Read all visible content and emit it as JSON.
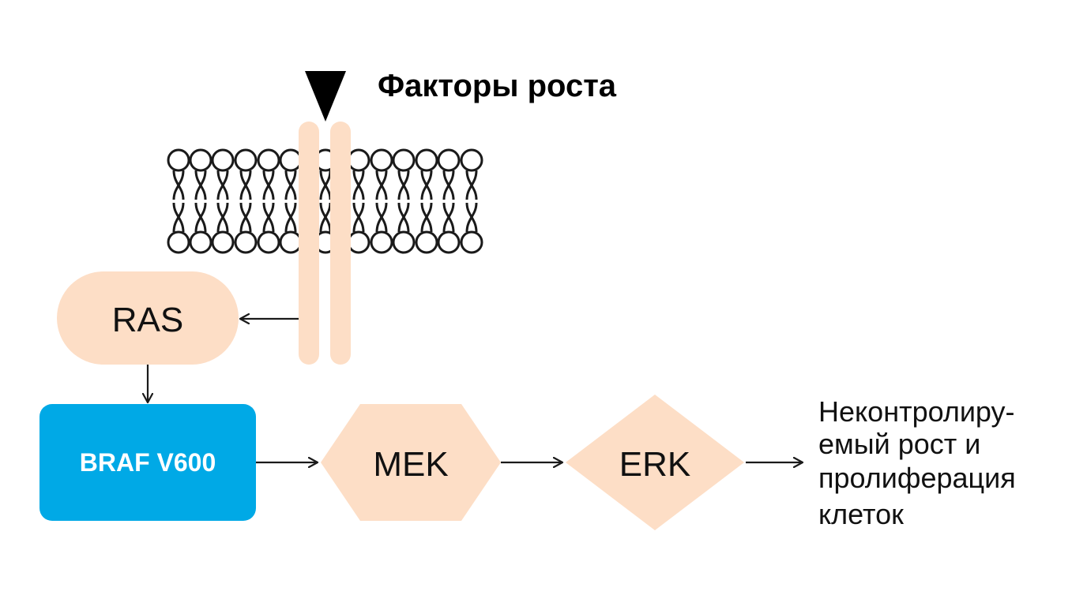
{
  "title": "Факторы роста",
  "nodes": {
    "ras": "RAS",
    "braf": "BRAF V600",
    "mek": "MEK",
    "erk": "ERK"
  },
  "outcome": {
    "lines": [
      "Неконтролиру-",
      "емый рост и",
      "пролиферация",
      "клеток"
    ]
  },
  "colors": {
    "peach": "#FDDEC6",
    "braf_blue": "#00A9E6",
    "stroke": "#1a1a1a",
    "text": "#111111"
  }
}
